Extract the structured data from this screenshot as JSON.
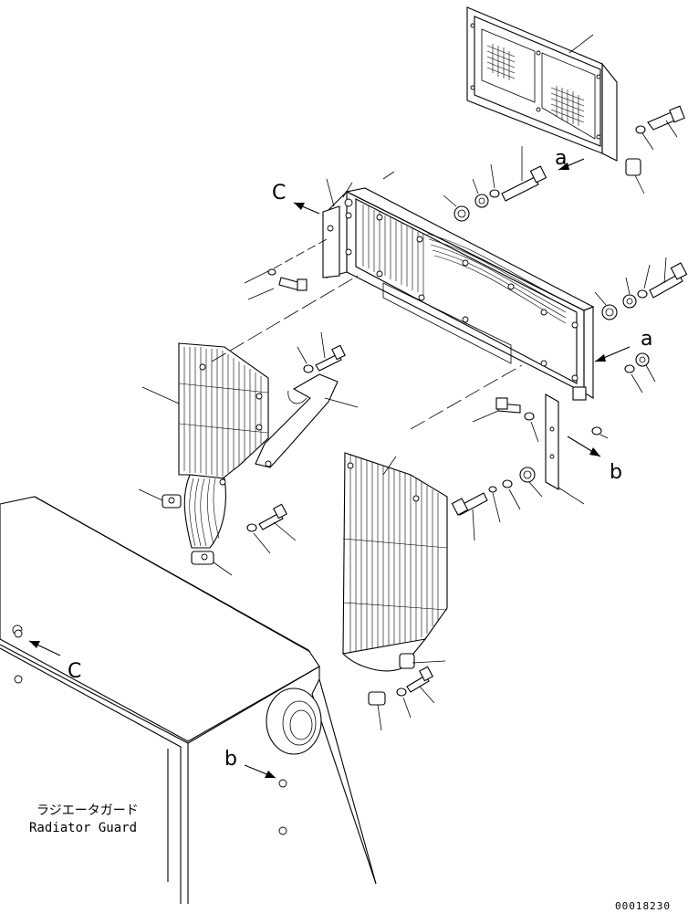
{
  "caption": {
    "japanese": "ラジエータガード",
    "english": "Radiator Guard"
  },
  "view_labels": {
    "a": "a",
    "b": "b",
    "c": "C"
  },
  "drawing_code": "00018230"
}
